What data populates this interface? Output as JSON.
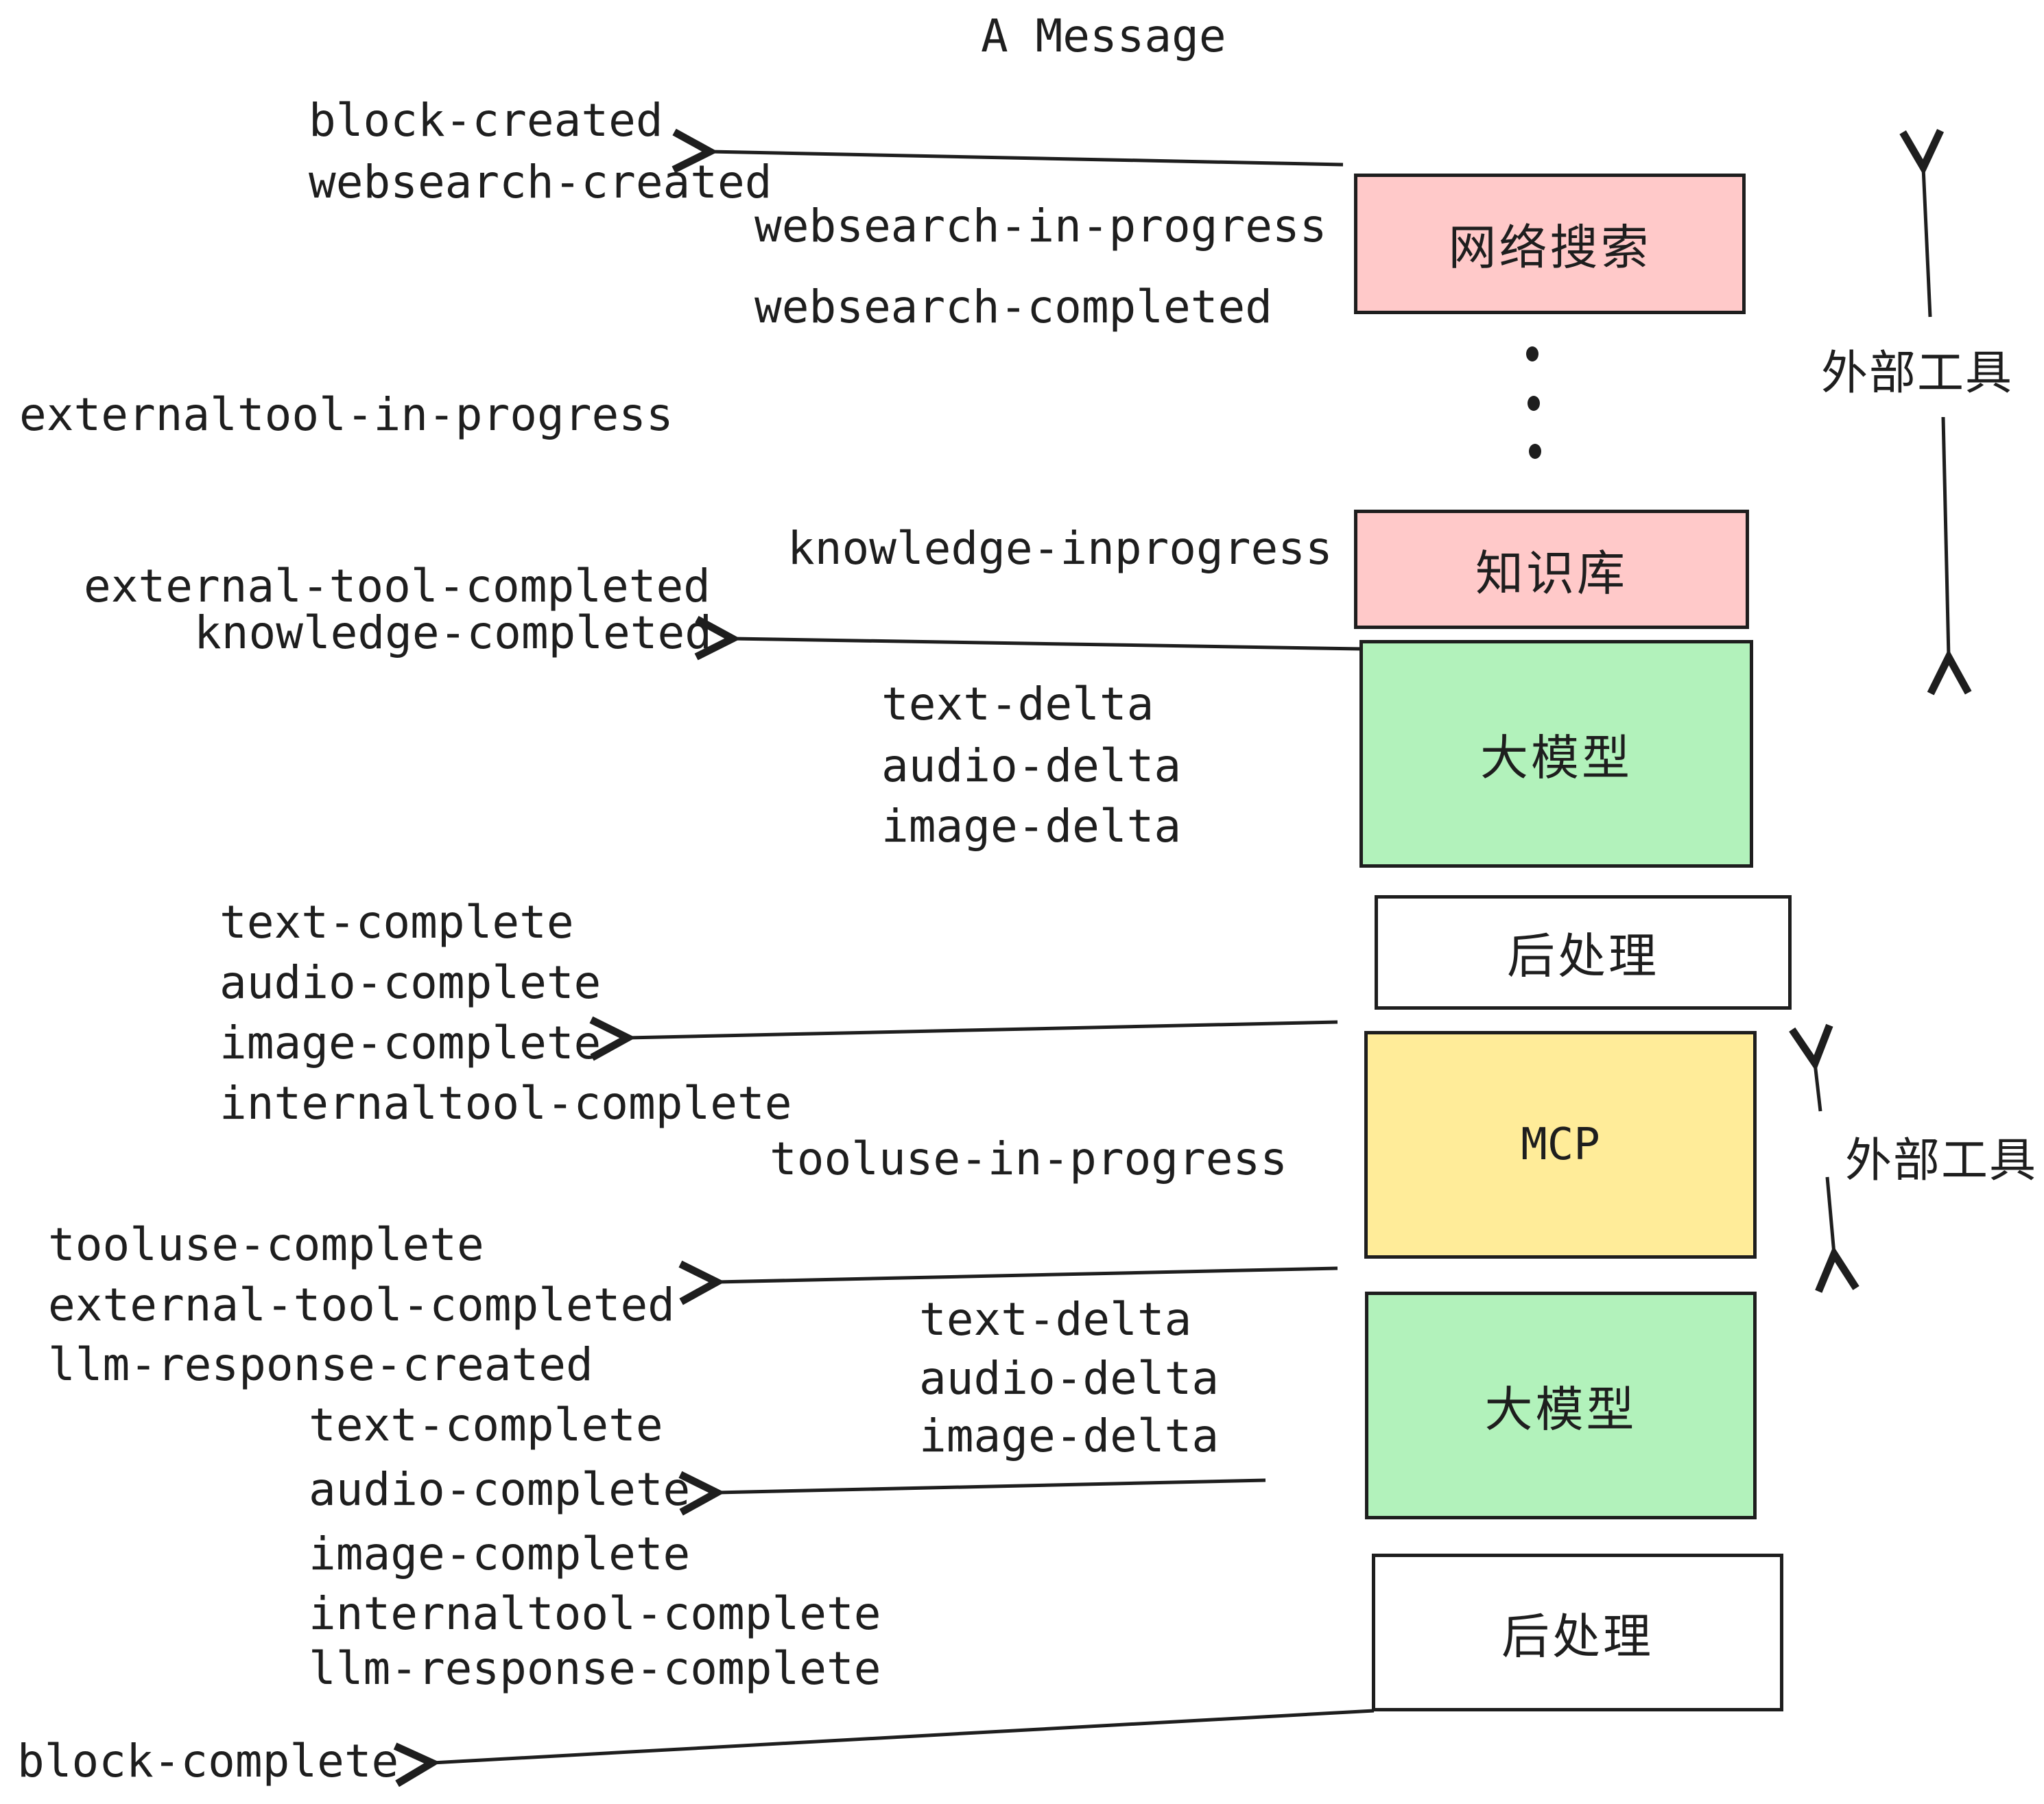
{
  "title": "A Message",
  "events": {
    "block_created": "block-created",
    "websearch_created": "websearch-created",
    "websearch_in_progress": "websearch-in-progress",
    "websearch_completed": "websearch-completed",
    "externaltool_in_progress": "externaltool-in-progress",
    "knowledge_inprogress": "knowledge-inprogress",
    "external_tool_completed_1": "external-tool-completed",
    "knowledge_completed": "knowledge-completed",
    "text_delta_1": "text-delta",
    "audio_delta_1": "audio-delta",
    "image_delta_1": "image-delta",
    "text_complete_1": "text-complete",
    "audio_complete_1": "audio-complete",
    "image_complete_1": "image-complete",
    "internaltool_complete_1": "internaltool-complete",
    "tooluse_in_progress": "tooluse-in-progress",
    "tooluse_complete": "tooluse-complete",
    "external_tool_completed_2": "external-tool-completed",
    "llm_response_created": "llm-response-created",
    "text_delta_2": "text-delta",
    "audio_delta_2": "audio-delta",
    "image_delta_2": "image-delta",
    "text_complete_2": "text-complete",
    "audio_complete_2": "audio-complete",
    "image_complete_2": "image-complete",
    "internaltool_complete_2": "internaltool-complete",
    "llm_response_complete": "llm-response-complete",
    "block_complete": "block-complete"
  },
  "boxes": [
    {
      "label": "网络搜索",
      "color": "#ffc9c9"
    },
    {
      "label": "知识库",
      "color": "#ffc9c9"
    },
    {
      "label": "大模型",
      "color": "#b2f2bb"
    },
    {
      "label": "后处理",
      "color": "#ffffff"
    },
    {
      "label": "MCP",
      "color": "#ffec99"
    },
    {
      "label": "大模型",
      "color": "#b2f2bb"
    },
    {
      "label": "后处理",
      "color": "#ffffff"
    }
  ],
  "side_labels": {
    "external_tools_top": "外部工具",
    "external_tools_mcp": "外部工具"
  },
  "colors": {
    "ink": "#1e1e1e",
    "pink": "#ffc9c9",
    "green": "#b2f2bb",
    "yellow": "#ffec99",
    "white": "#ffffff",
    "background": "#ffffff"
  }
}
